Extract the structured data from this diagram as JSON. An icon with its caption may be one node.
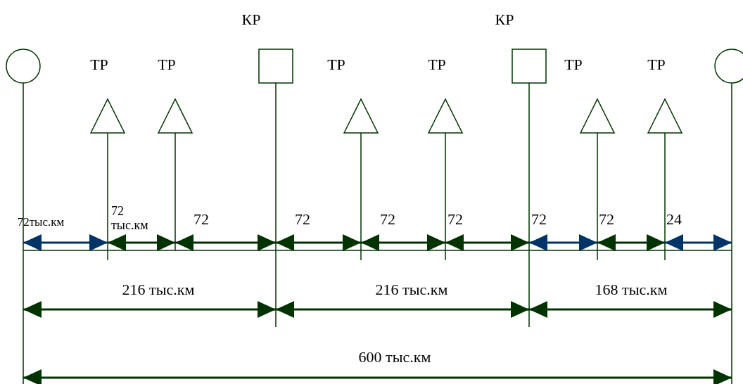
{
  "diagram": {
    "labels": [
      "КР",
      "КР",
      "ТР",
      "ТР",
      "ТР",
      "ТР",
      "ТР",
      "ТР",
      "72тыс.км",
      "72 тыс.км",
      "72",
      "72",
      "72",
      "72",
      "72",
      "72",
      "24",
      "216 тыс.км",
      "216 тыс.км",
      "168 тыс.км",
      "600 тыс.км"
    ]
  }
}
